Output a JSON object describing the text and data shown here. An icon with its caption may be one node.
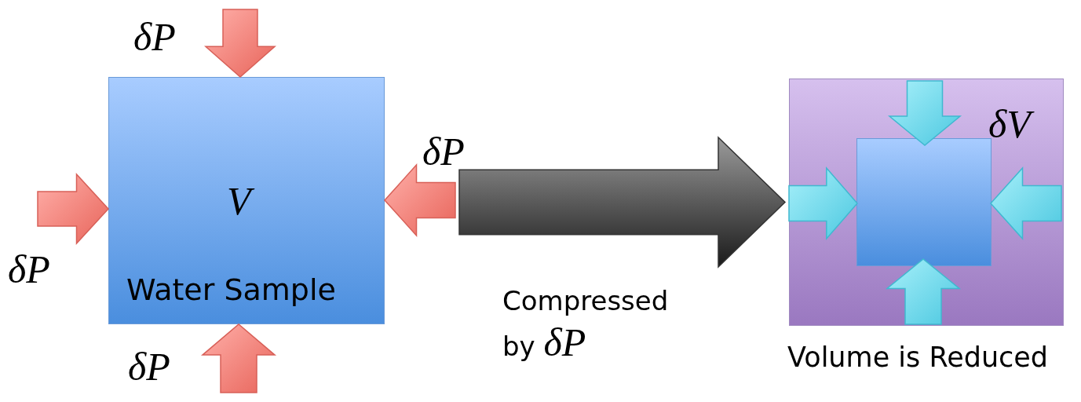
{
  "diagram": {
    "nodes": [
      {
        "text": [
          "V",
          "Water Sample"
        ]
      },
      {
        "text": [
          "δV"
        ],
        "beside": [
          "Volume is Reduced"
        ]
      },
      {
        "text": [],
        "shape": "box",
        "in": 1
      }
    ],
    "edges": [
      {
        "from": 0,
        "to": 1,
        "arrow": "to",
        "label": "Compressed by *δP*",
        "style": "thick",
        "color": "#333333"
      }
    ],
    "labels": [
      "δP",
      "δP",
      "δP",
      "δP"
    ]
  }
}
